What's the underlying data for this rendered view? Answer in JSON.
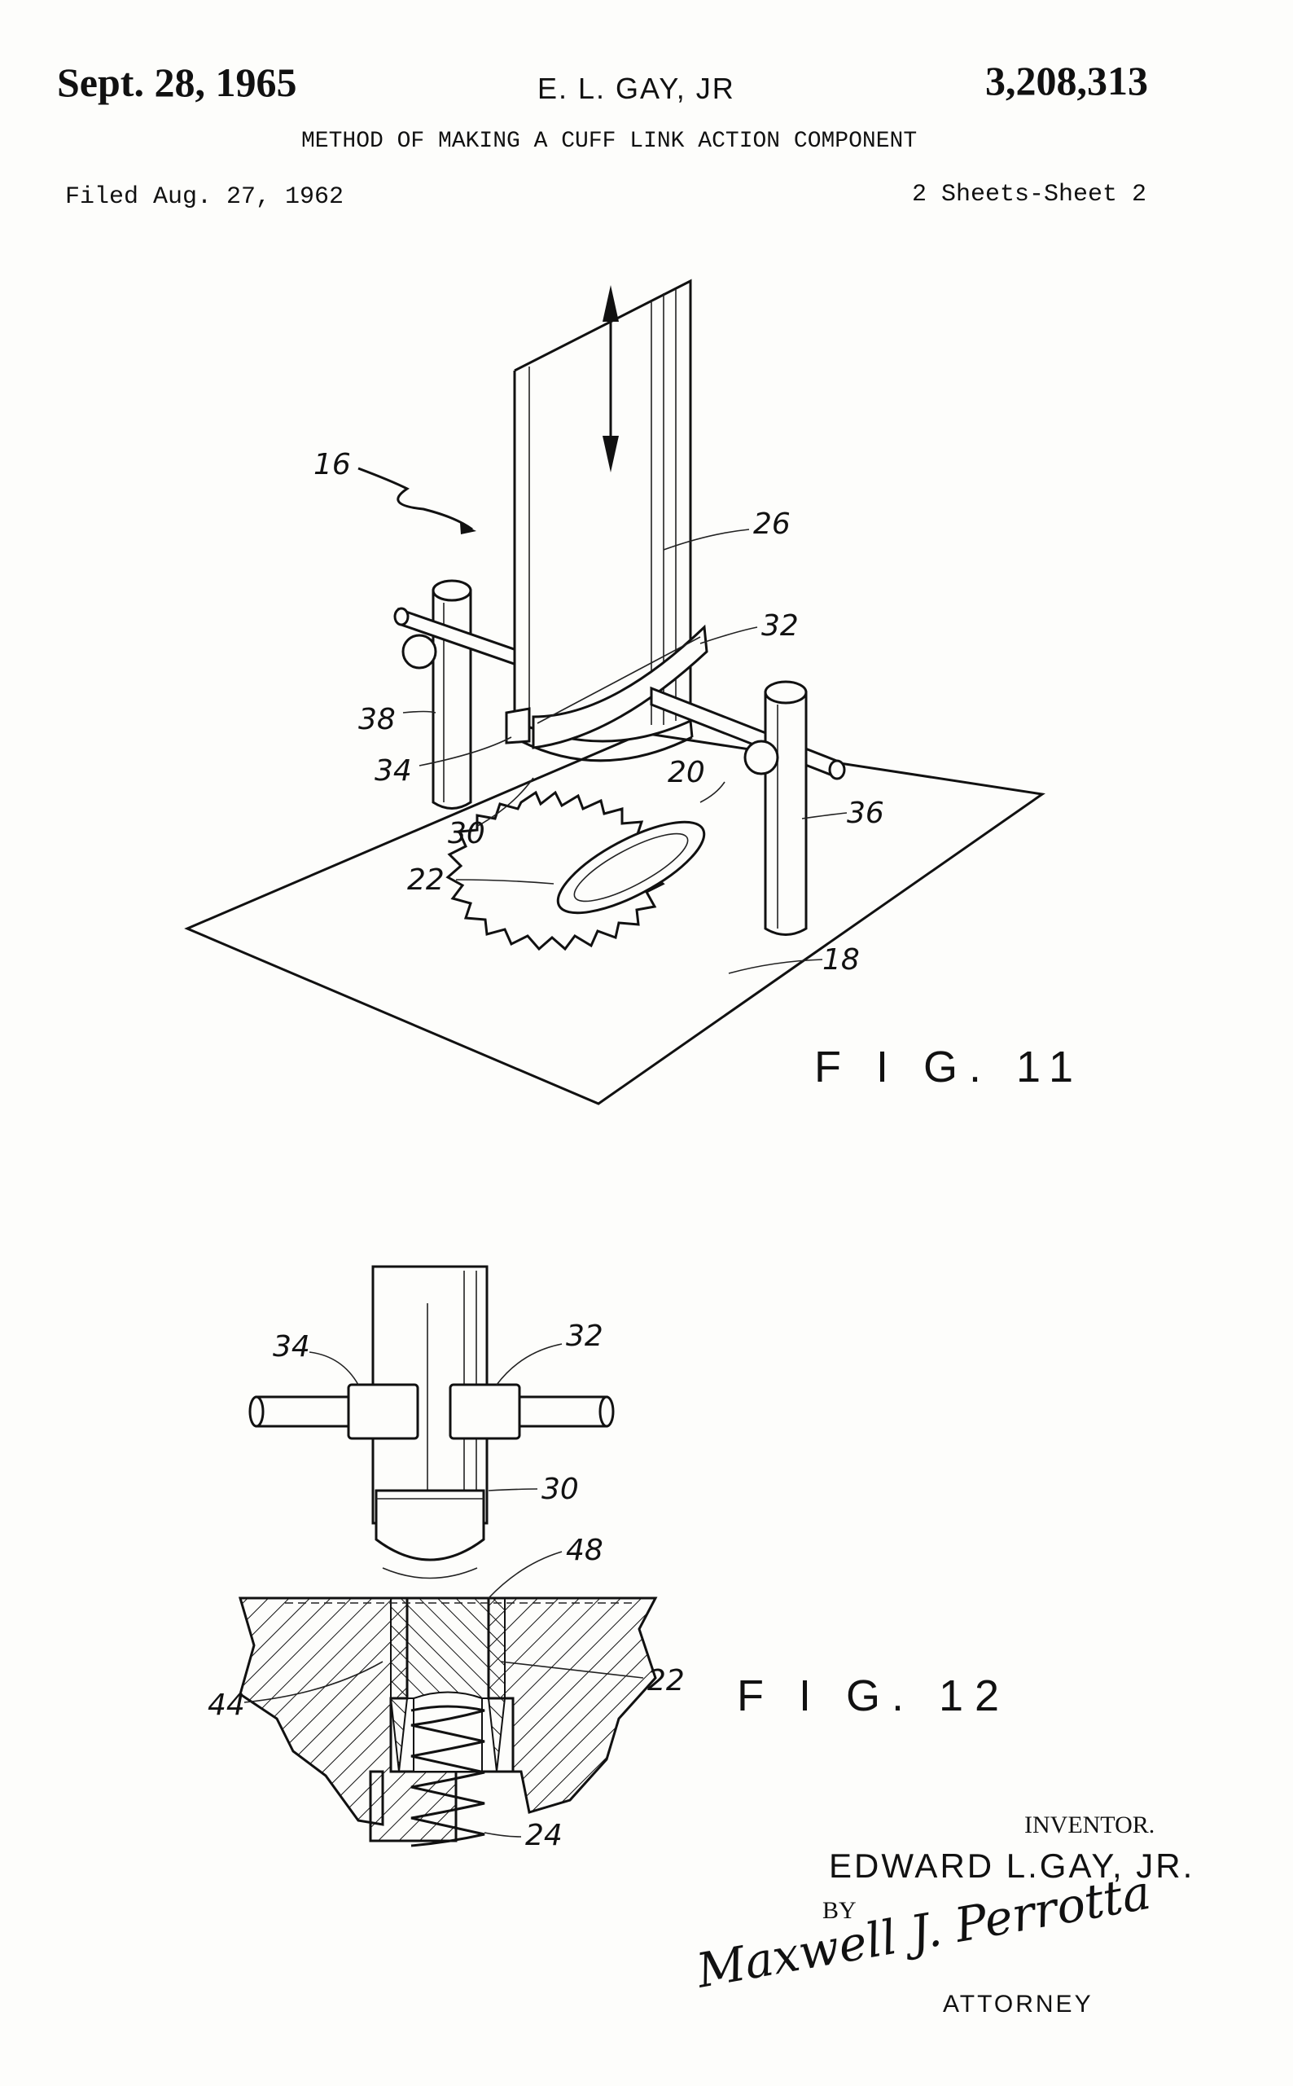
{
  "header": {
    "date": "Sept. 28, 1965",
    "inventor": "E. L. GAY, JR",
    "patent_number": "3,208,313",
    "title": "METHOD OF MAKING A CUFF LINK ACTION COMPONENT",
    "filed": "Filed Aug. 27, 1962",
    "sheets": "2 Sheets-Sheet 2"
  },
  "figure11": {
    "label": "F I G. 11",
    "refs": {
      "r16": "16",
      "r26": "26",
      "r32": "32",
      "r38": "38",
      "r34": "34",
      "r30": "30",
      "r20": "20",
      "r36": "36",
      "r22": "22",
      "r18": "18"
    }
  },
  "figure12": {
    "label": "F I G. 12",
    "refs": {
      "r34": "34",
      "r32": "32",
      "r30": "30",
      "r48": "48",
      "r44": "44",
      "r22": "22",
      "r24": "24"
    }
  },
  "signature": {
    "inventor_label": "INVENTOR.",
    "inventor_name": "EDWARD  L.GAY, JR.",
    "by": "BY",
    "attorney_signature": "Maxwell J. Perrotta",
    "attorney_label": "ATTORNEY"
  }
}
